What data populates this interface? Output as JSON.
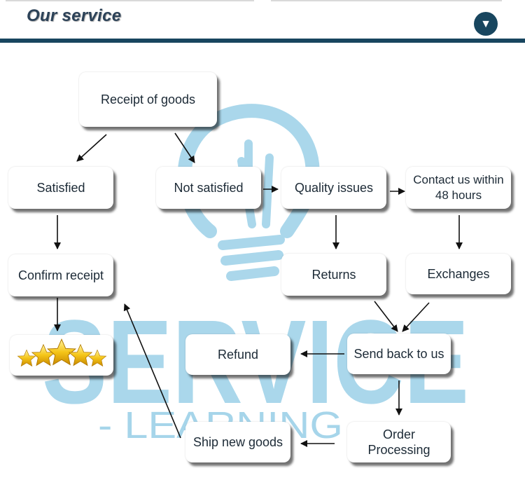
{
  "header": {
    "title": "Our service",
    "toggle_icon": "▼"
  },
  "watermark": {
    "word": "SERVICE",
    "subtitle": "- LEARNING"
  },
  "nodes": {
    "receipt": "Receipt of goods",
    "satisfied": "Satisfied",
    "not_satisfied": "Not satisfied",
    "quality": "Quality issues",
    "contact": "Contact us within 48 hours",
    "confirm": "Confirm receipt",
    "returns": "Returns",
    "exchanges": "Exchanges",
    "refund": "Refund",
    "send_back": "Send back to us",
    "order_processing": "Order Processing",
    "ship_new": "Ship new goods"
  },
  "colors": {
    "header_bar": "#18465f",
    "title": "#2c4258",
    "watermark": "#a6d5ea"
  }
}
